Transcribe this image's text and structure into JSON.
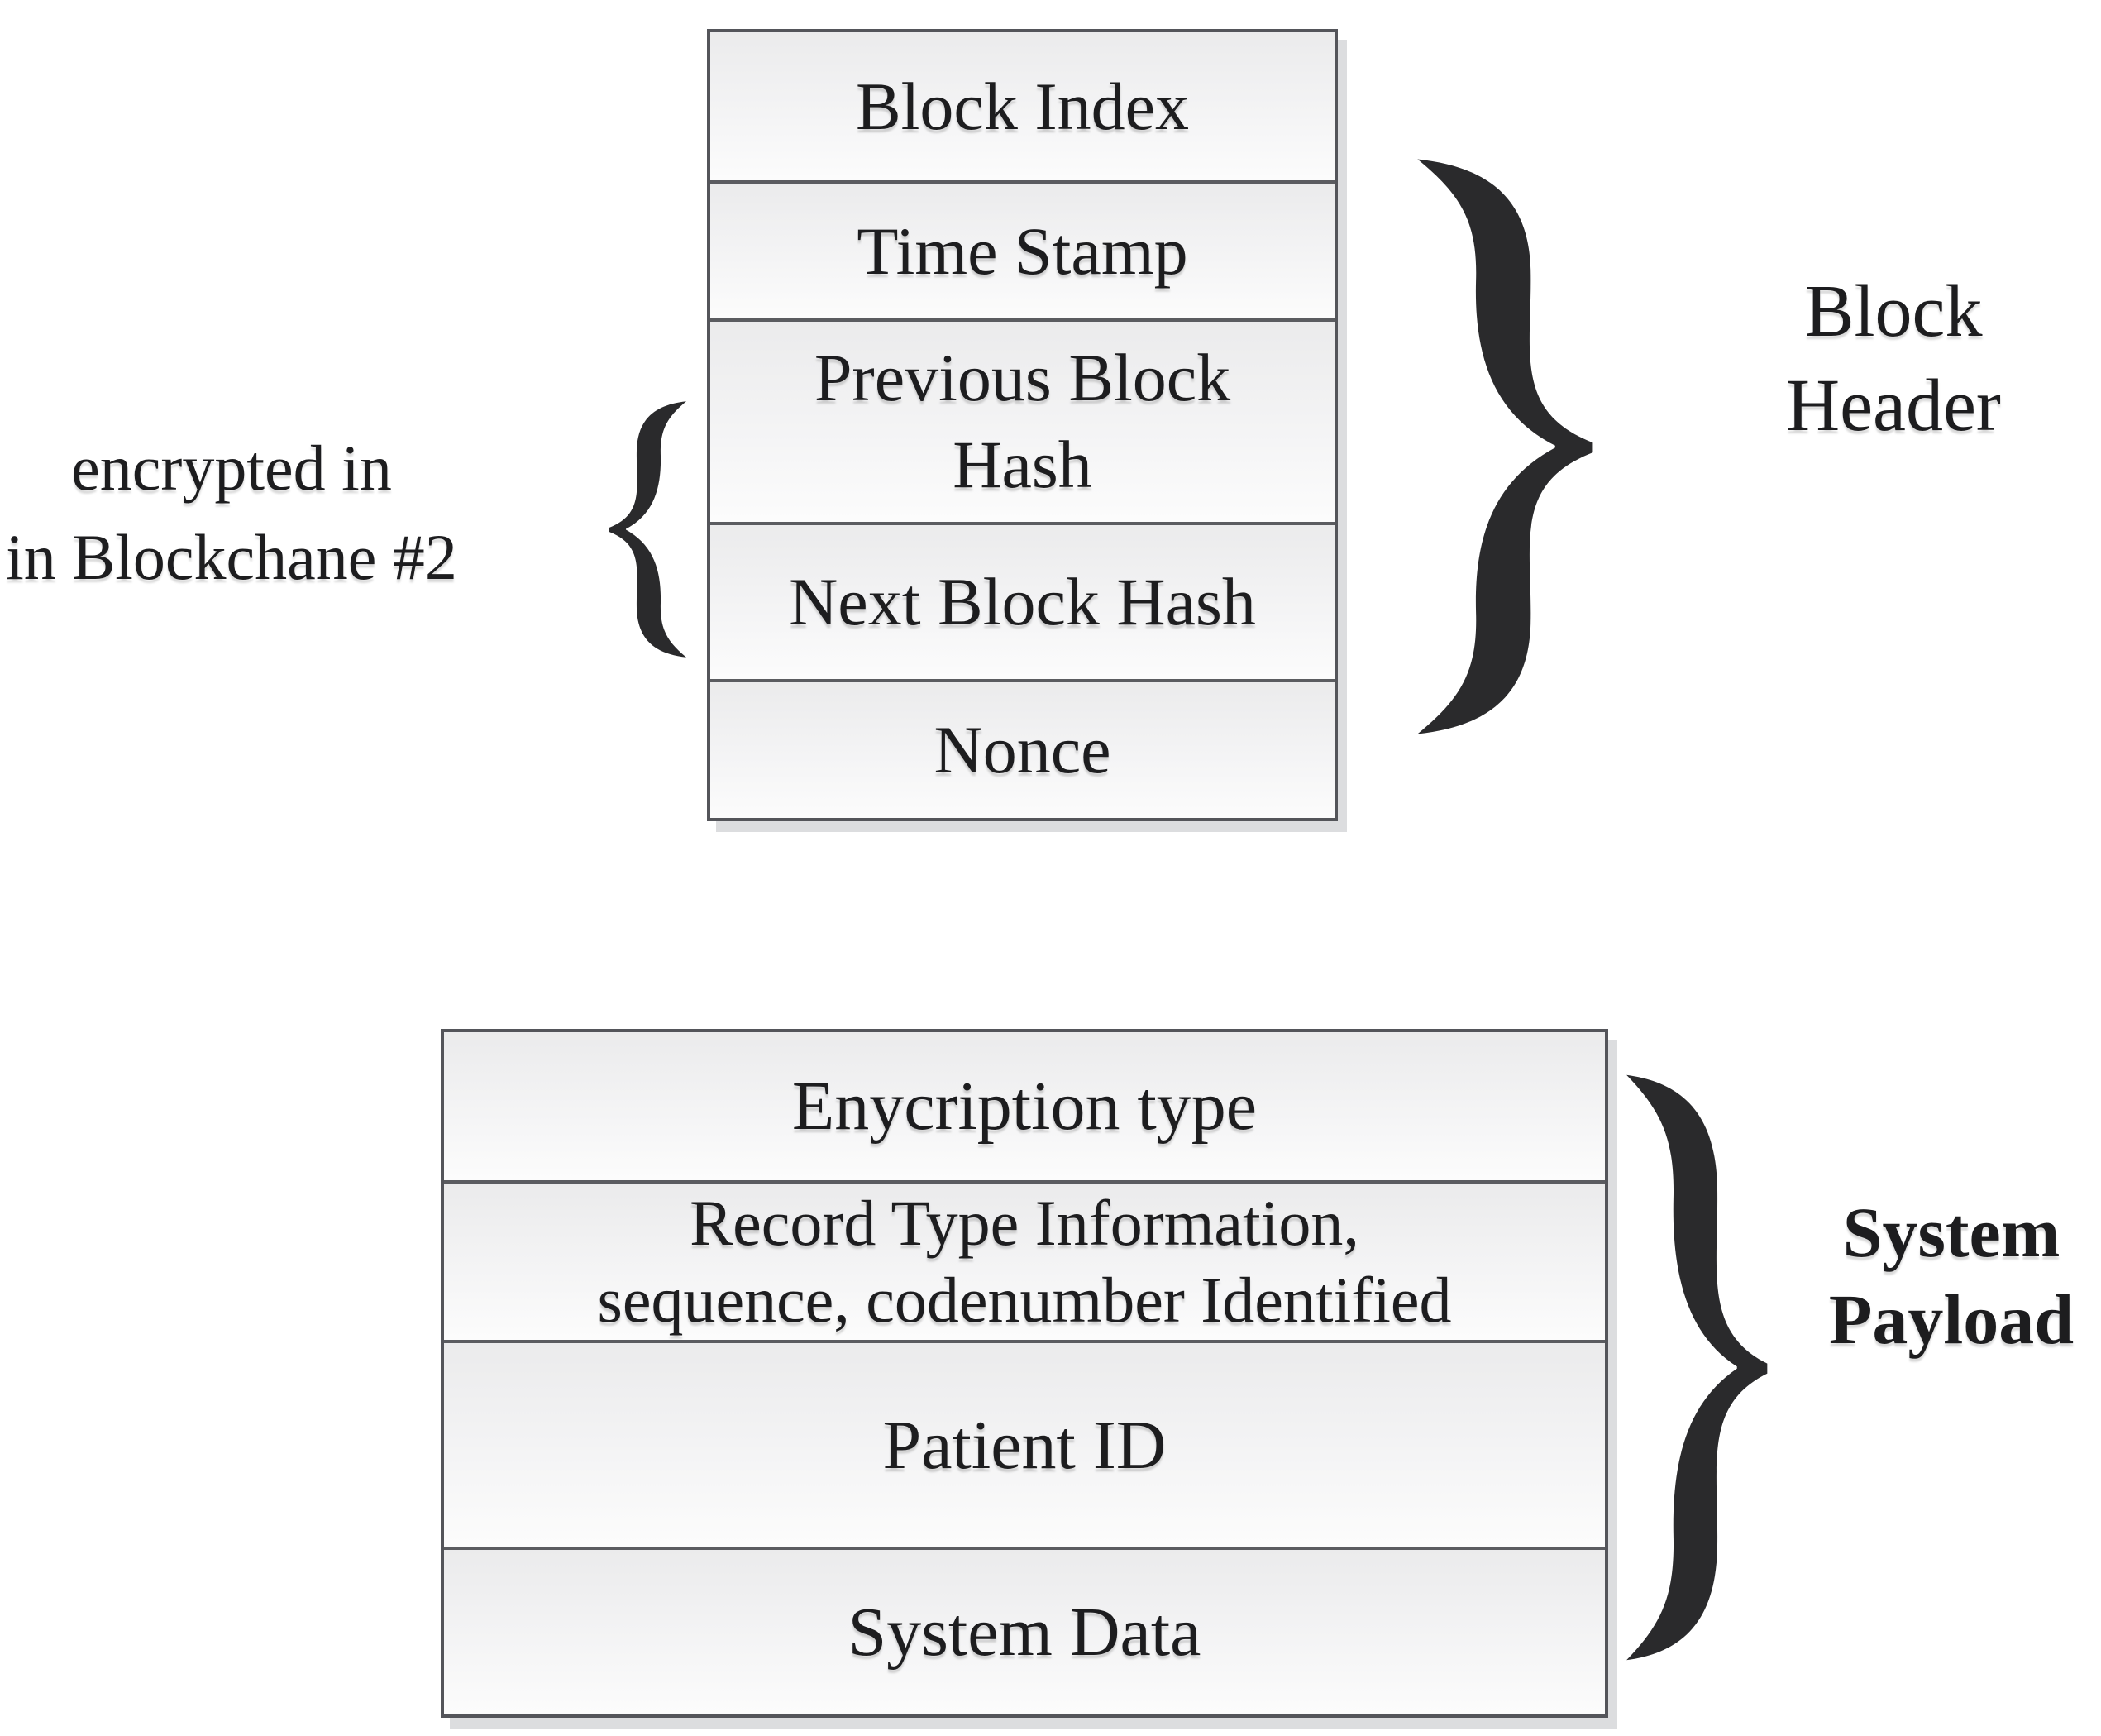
{
  "block_table": {
    "rows": [
      "Block Index",
      "Time Stamp",
      "Previous Block\nHash",
      "Next Block Hash",
      "Nonce"
    ]
  },
  "payload_table": {
    "rows": [
      "Enycription type",
      "Record Type Information,\nsequence, codenumber Identified",
      "Patient ID",
      "System Data"
    ]
  },
  "annotations": {
    "encrypted_note": "encrypted in\nin Blockchane #2",
    "block_header": "Block\nHeader",
    "system_payload": "System\nPayload"
  },
  "icons": {
    "left_brace": "curly-brace-left",
    "right_brace": "curly-brace-right"
  },
  "colors": {
    "table_border": "#54555a",
    "row_divider": "#5b5c60",
    "cell_gradient_top": "#ebebec",
    "cell_gradient_bottom": "#fcfcfc",
    "table_shadow": "#dcdddf",
    "brace": "#2a2a2c",
    "text": "#1d1d1f",
    "background": "#ffffff"
  }
}
